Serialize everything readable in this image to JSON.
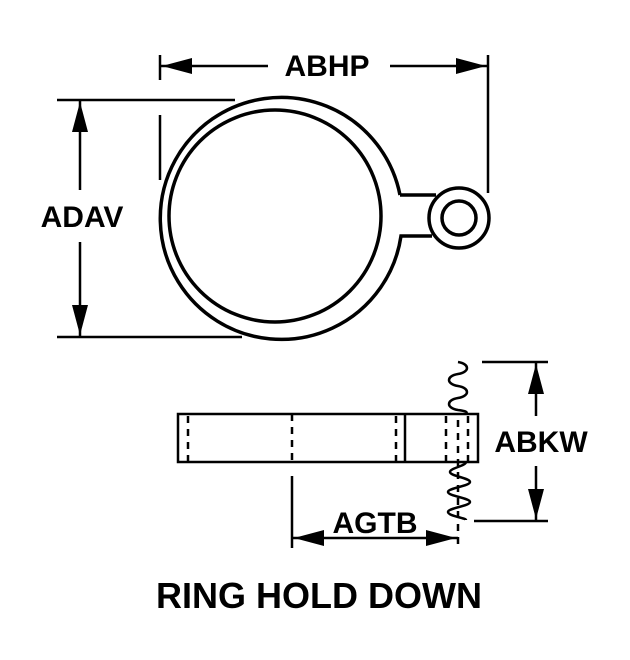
{
  "title": "RING HOLD DOWN",
  "dimensions": {
    "overall_length": "ABHP",
    "ring_diameter": "ADAV",
    "thickness": "ABKW",
    "hole_offset": "AGTB"
  }
}
